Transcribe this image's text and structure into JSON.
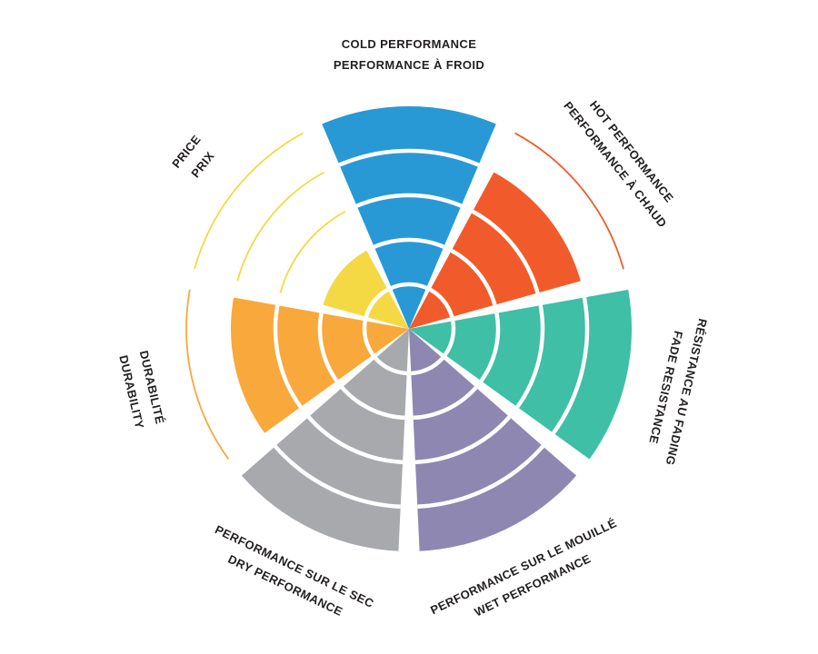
{
  "chart_data": {
    "type": "radial-sector-wheel",
    "rings": 5,
    "max_value": 5,
    "direction": "clockwise",
    "start_angle_deg": 0,
    "background": "#ffffff",
    "text_color": "#231f20",
    "categories": [
      {
        "id": "cold-performance",
        "lines": [
          "COLD PERFORMANCE",
          "PERFORMANCE À FROID"
        ],
        "value": 5,
        "color": "#2899d5"
      },
      {
        "id": "hot-performance",
        "lines": [
          "HOT PERFORMANCE",
          "PERFORMANCE À CHAUD"
        ],
        "value": 4,
        "color": "#f15b2b"
      },
      {
        "id": "fade-resistance",
        "lines": [
          "RÉSISTANCE AU FADING",
          "FADE RESISTANCE"
        ],
        "value": 5,
        "color": "#3fbfa5"
      },
      {
        "id": "wet-performance",
        "lines": [
          "PERFORMANCE SUR LE MOUILLÉ",
          "WET PERFORMANCE"
        ],
        "value": 5,
        "color": "#8d87b1"
      },
      {
        "id": "dry-performance",
        "lines": [
          "PERFORMANCE SUR LE SEC",
          "DRY PERFORMANCE"
        ],
        "value": 5,
        "color": "#a8a9ad"
      },
      {
        "id": "durability",
        "lines": [
          "DURABILITÉ",
          "DURABILITY"
        ],
        "value": 4,
        "color": "#f9a83c"
      },
      {
        "id": "price",
        "lines": [
          "PRICE",
          "PRIX"
        ],
        "value": 2,
        "color": "#f4d945"
      }
    ]
  }
}
